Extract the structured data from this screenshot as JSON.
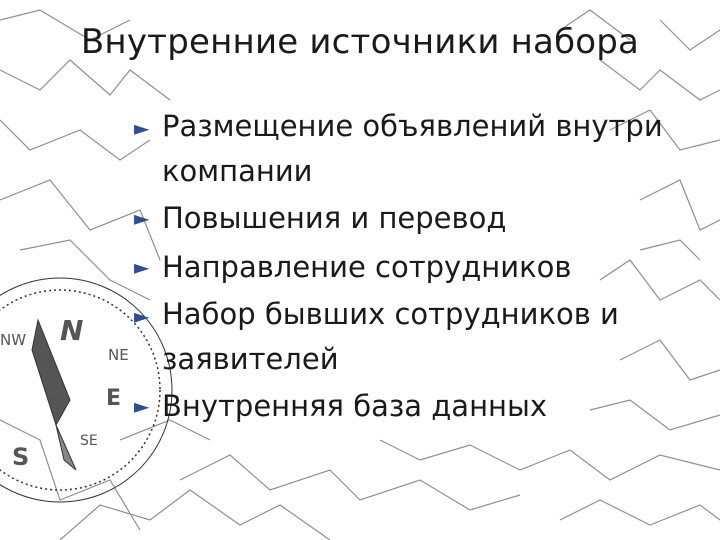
{
  "slide": {
    "title": "Внутренние источники набора",
    "bullet_marker": "►",
    "bullets": [
      "Размещение объявлений внутри компании",
      "Повышения и перевод",
      "Направление сотрудников",
      "Набор бывших сотрудников и заявителей",
      "Внутренняя база данных"
    ]
  },
  "background": {
    "map_line_color": "#8f8f8f",
    "compass": {
      "labels": [
        "N",
        "S",
        "NW",
        "NE",
        "E",
        "SE"
      ]
    }
  }
}
